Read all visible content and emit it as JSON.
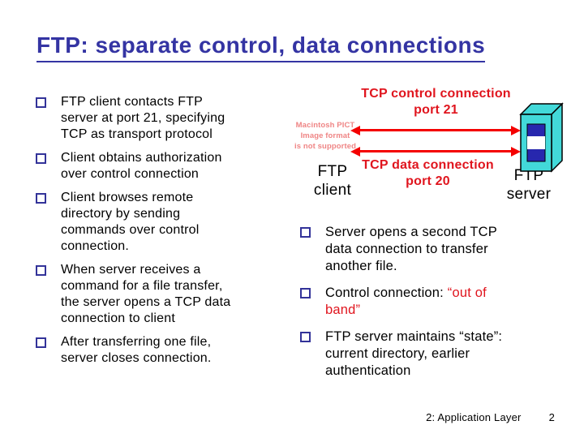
{
  "slide": {
    "title": "FTP: separate control, data connections",
    "footer": {
      "section_label": "2: Application Layer",
      "page_number": "2"
    }
  },
  "colors": {
    "title": "#3434a3",
    "bullet_outline": "#333399",
    "red": "#e0151e",
    "arrow_red": "#f40000",
    "pink": "#ef8585",
    "cyan": "#42d9d9",
    "navy": "#2727ae",
    "text": "#000000",
    "bg": "#ffffff"
  },
  "icons": {
    "bullet": "square-outline-bullet-icon",
    "server": "server-tower-icon",
    "arrows": "double-headed-arrow-icon"
  },
  "left_column": {
    "items": [
      {
        "lines": [
          "FTP client contacts FTP",
          "server at port 21, specifying",
          "TCP as transport protocol"
        ]
      },
      {
        "lines": [
          "Client obtains authorization",
          "over control connection"
        ]
      },
      {
        "lines": [
          "Client browses remote",
          "directory by sending",
          "commands over control",
          "connection."
        ]
      },
      {
        "lines": [
          "When server receives a",
          "command for a file transfer,",
          "the server opens a TCP data",
          "connection to client"
        ]
      },
      {
        "lines": [
          "After transferring one file,",
          "server closes connection."
        ]
      }
    ]
  },
  "right_column": {
    "items": [
      {
        "lines": [
          "Server opens a second TCP",
          "data connection to transfer",
          "another file."
        ]
      },
      {
        "lines": [
          [
            {
              "t": "Control connection: "
            },
            {
              "t": "“out of",
              "red": true
            }
          ],
          [
            {
              "t": "band”",
              "red": true
            }
          ]
        ]
      },
      {
        "lines": [
          "FTP server maintains “state”:",
          "current directory, earlier",
          "authentication"
        ]
      }
    ]
  },
  "diagram": {
    "control_connection": {
      "line1": "TCP control connection",
      "line2": "port 21"
    },
    "data_connection": {
      "line1": "TCP data connection",
      "line2": "port 20"
    },
    "client_label": {
      "line1": "FTP",
      "line2": "client"
    },
    "server_label": {
      "line1": "FTP",
      "line2": "server"
    },
    "pict_placeholder": {
      "line1": "Macintosh PICT",
      "line2": "Image format",
      "line3": "is not supported"
    }
  }
}
